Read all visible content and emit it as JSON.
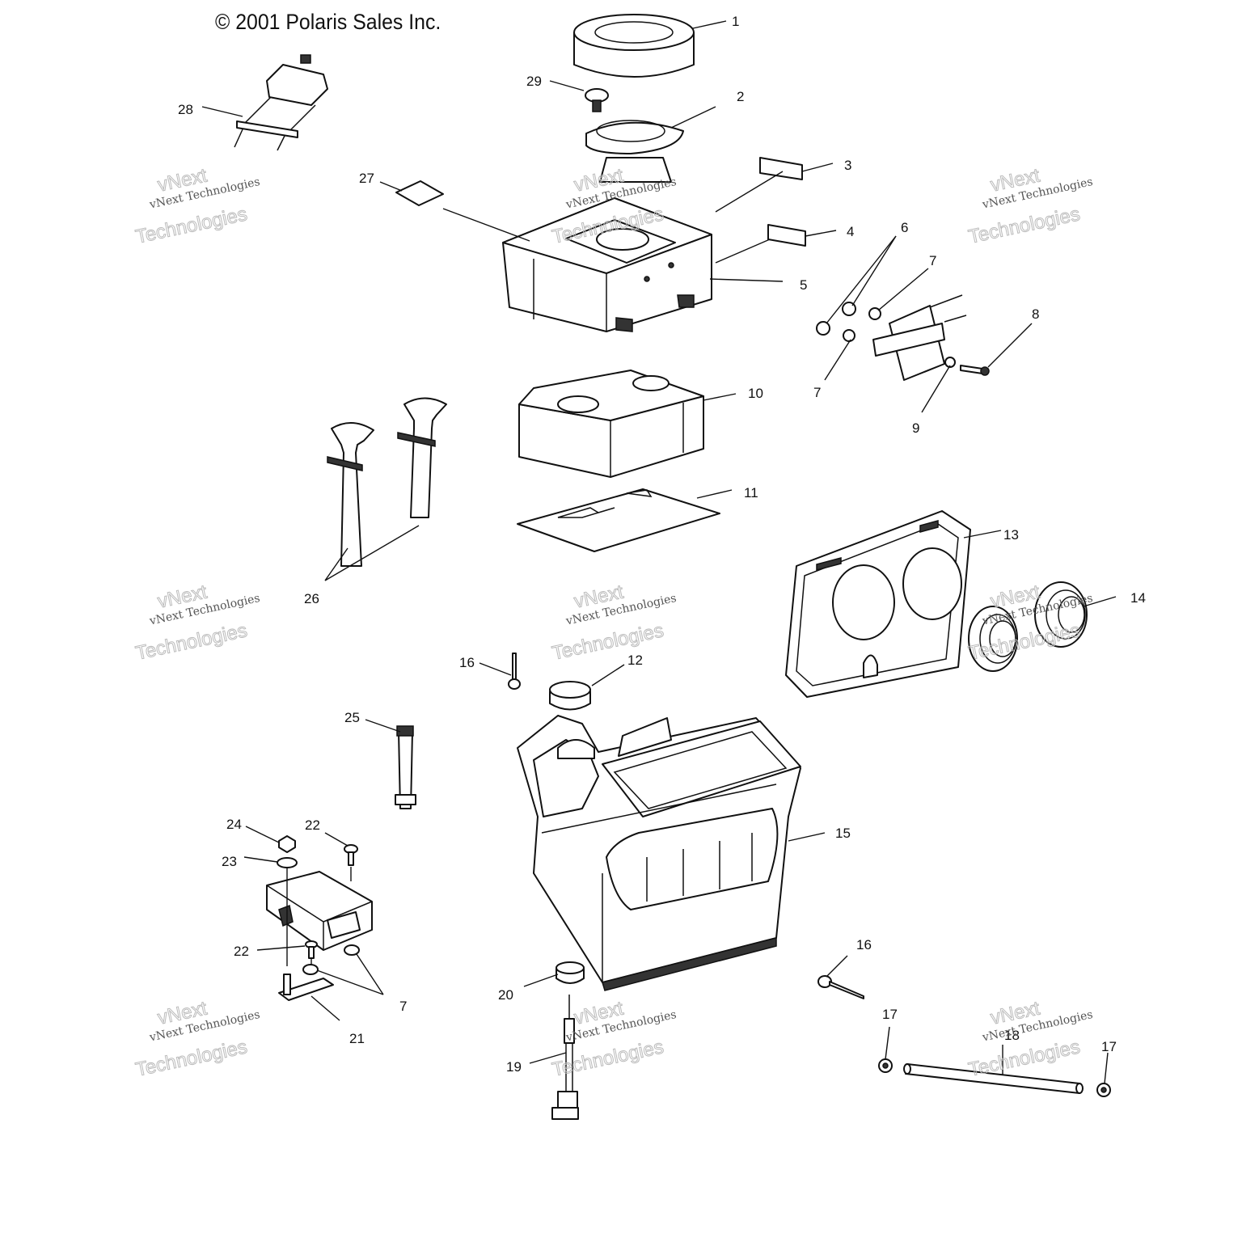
{
  "copyright": "© 2001 Polaris Sales Inc.",
  "watermark": {
    "brand_line": "vNext Technologies",
    "big_word_1": "vNext",
    "big_word_2": "Technologies"
  },
  "callouts": {
    "c1": "1",
    "c2": "2",
    "c3": "3",
    "c4": "4",
    "c5": "5",
    "c6": "6",
    "c7a": "7",
    "c7b": "7",
    "c7c": "7",
    "c8": "8",
    "c9": "9",
    "c10": "10",
    "c11": "11",
    "c12": "12",
    "c13": "13",
    "c14": "14",
    "c15": "15",
    "c16a": "16",
    "c16b": "16",
    "c17a": "17",
    "c17b": "17",
    "c18": "18",
    "c19": "19",
    "c20": "20",
    "c21": "21",
    "c22a": "22",
    "c22b": "22",
    "c23": "23",
    "c24": "24",
    "c25": "25",
    "c26": "26",
    "c27": "27",
    "c28": "28",
    "c29": "29"
  }
}
